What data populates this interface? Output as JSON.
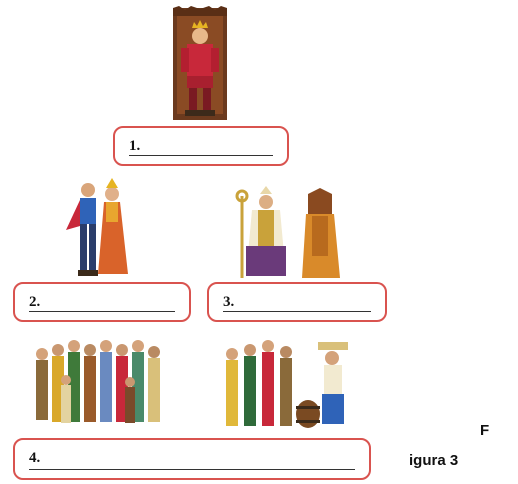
{
  "boxes": [
    {
      "label": "1."
    },
    {
      "label": "2."
    },
    {
      "label": "3."
    },
    {
      "label": "4."
    }
  ],
  "caption": {
    "line1": "F",
    "line2": "igura 3"
  },
  "illustrations": [
    {
      "name": "king-on-throne-illustration"
    },
    {
      "name": "nobles-couple-illustration"
    },
    {
      "name": "clergy-illustration"
    },
    {
      "name": "commoners-crowd-illustration"
    },
    {
      "name": "workers-artisans-illustration"
    }
  ],
  "colors": {
    "box_border": "#d9534f"
  }
}
